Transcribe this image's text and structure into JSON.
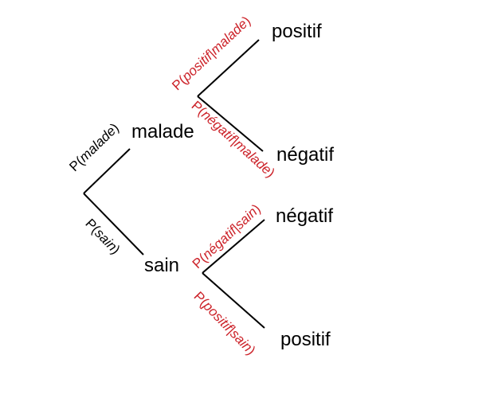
{
  "colors": {
    "line": "#000000",
    "root_branch_label": "#000000",
    "second_level_label": "#cc2229"
  },
  "nodes": {
    "malade": "malade",
    "sain": "sain",
    "positif_top": "positif",
    "negatif_top": "négatif",
    "negatif_bottom": "négatif",
    "positif_bottom": "positif"
  },
  "branch_labels": {
    "malade": {
      "prefix": "P(",
      "italic": "malade",
      "suffix": ")"
    },
    "sain": {
      "prefix": "P(",
      "italic": "sain",
      "suffix": ")"
    },
    "positif_given_malade": {
      "prefix": "P(",
      "italic": "positif|malade",
      "suffix": ")"
    },
    "negatif_given_malade": {
      "prefix": "P(",
      "italic": "négatif|malade",
      "suffix": ")"
    },
    "negatif_given_sain": {
      "prefix": "P(",
      "italic": "négatif|sain",
      "suffix": ")"
    },
    "positif_given_sain": {
      "prefix": "P(",
      "italic": "positif|sain",
      "suffix": ")"
    }
  }
}
